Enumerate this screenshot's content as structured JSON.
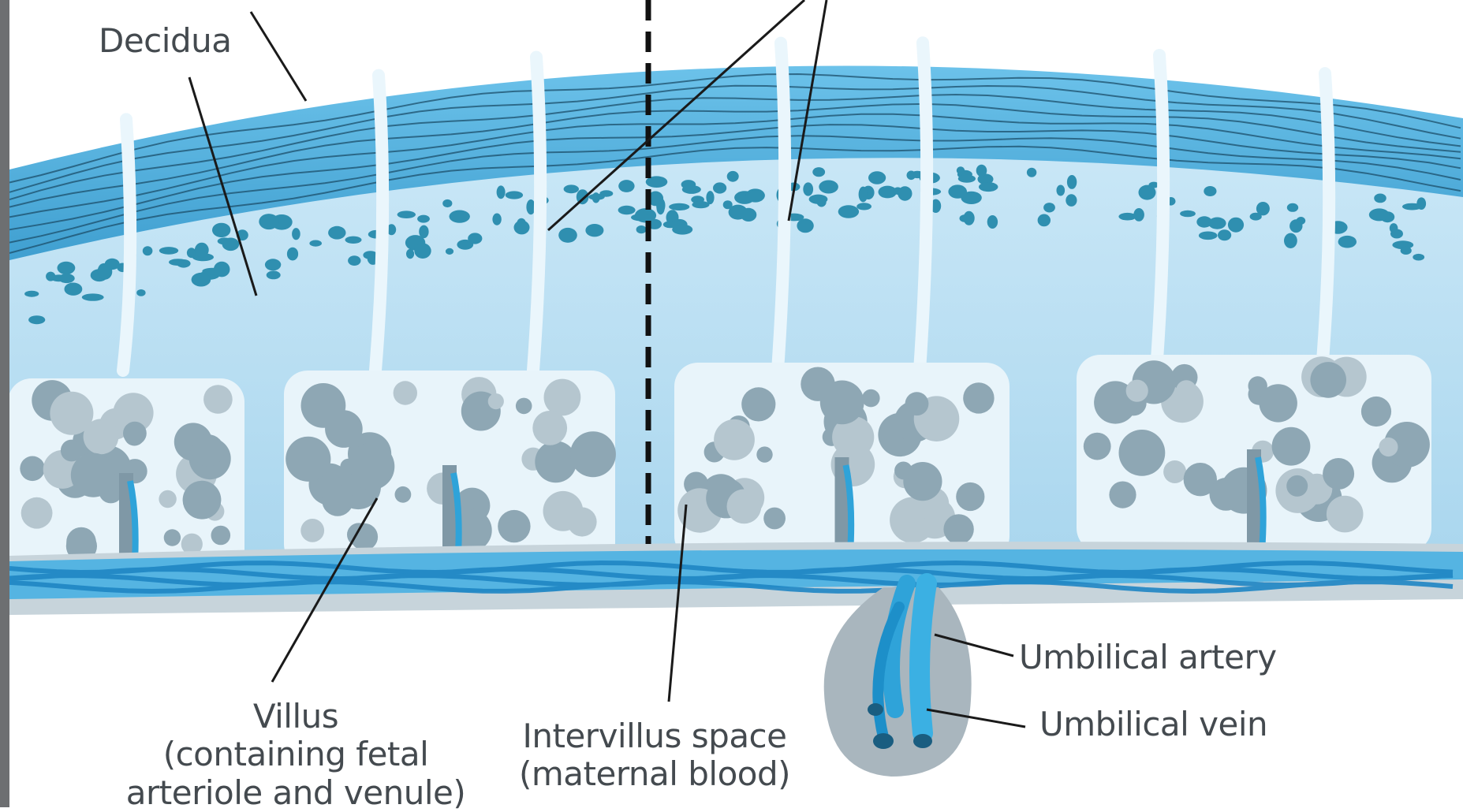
{
  "diagram": {
    "labels": {
      "decidua": "Decidua",
      "villus": "Villus",
      "villus_sub": "(containing fetal",
      "villus_sub2": "arteriole and venule)",
      "intervillus": "Intervillus space",
      "intervillus_sub": "(maternal blood)",
      "umbilical_artery": "Umbilical artery",
      "umbilical_vein": "Umbilical vein"
    },
    "colors": {
      "decidua_band": "#5bb6e4",
      "decidua_fibers": "#1c4f6b",
      "inner_zone": "#bfe3f5",
      "villus_fill": "#8ea7b4",
      "villus_light": "#b5c6cf",
      "chorion_vessel": "#2fa3d9",
      "cord": "#a9b6be",
      "label": "#444a4f"
    }
  }
}
